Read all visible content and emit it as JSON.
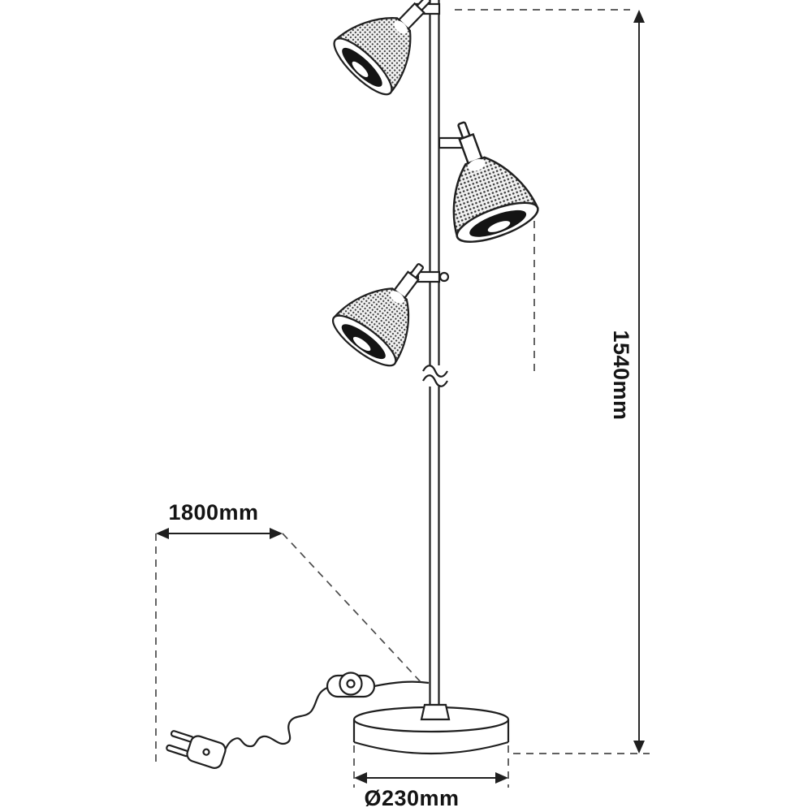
{
  "diagram": {
    "kind": "product-dimension-drawing",
    "subject": "three-light floor lamp with foot switch and EU plug",
    "dimensions": {
      "height_label": "1540mm",
      "cable_label": "1800mm",
      "diameter_label": "Ø230mm"
    },
    "colors": {
      "line": "#1f1f1f",
      "dashed_line": "#4a4a4a",
      "background": "#ffffff",
      "shade_fill": "#3a3a3a"
    }
  }
}
